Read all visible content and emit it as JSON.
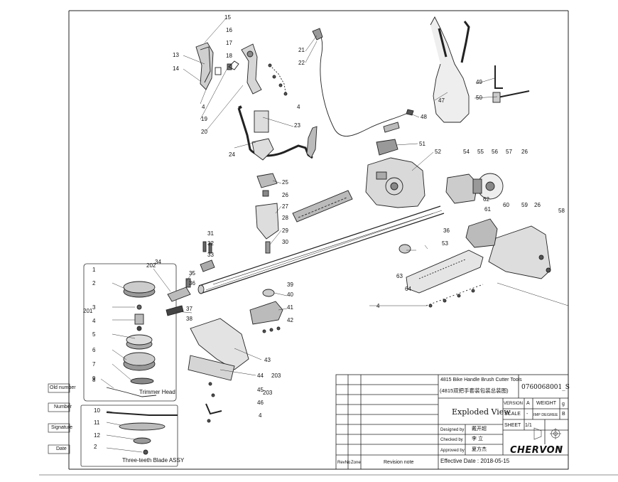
{
  "drawing": {
    "part_numbers": [
      "1",
      "2",
      "3",
      "4",
      "5",
      "6",
      "7",
      "8",
      "9",
      "10",
      "11",
      "12",
      "13",
      "14",
      "15",
      "16",
      "17",
      "18",
      "19",
      "20",
      "21",
      "22",
      "23",
      "24",
      "25",
      "26",
      "27",
      "28",
      "29",
      "30",
      "31",
      "32",
      "33",
      "34",
      "35",
      "36",
      "37",
      "38",
      "39",
      "40",
      "41",
      "42",
      "43",
      "44",
      "45",
      "46",
      "47",
      "48",
      "49",
      "50",
      "51",
      "52",
      "53",
      "54",
      "55",
      "56",
      "57",
      "58",
      "59",
      "60",
      "61",
      "62",
      "63",
      "64",
      "201",
      "202",
      "203"
    ],
    "callouts_extra": {
      "c4a": "4",
      "c4b": "4",
      "c4c": "4",
      "c4d": "4",
      "c26a": "26",
      "c26b": "26",
      "c26c": "26",
      "c36b": "36",
      "c2b": "2",
      "c203b": "203"
    },
    "trimmer_head_label": "Trimmer Head",
    "blade_assy_label": "Three-teeth Blade ASSY"
  },
  "side_fields": {
    "old_number": "Old number",
    "number": "Number",
    "signature": "Signature",
    "date": "Date"
  },
  "title_block": {
    "product_en": "4815 Bike Handle Brush Cutter Tools",
    "product_cn": "(4815双把手套装包装总装图)",
    "drawing_number": "0760068001_S",
    "view_title": "Exploded View",
    "version_label": "VERSION",
    "version_value": "A",
    "weight_label": "WEIGHT",
    "weight_unit": "g",
    "scale_label": "SCALE",
    "scale_value": "-",
    "imp_label": "IMP DEGREE",
    "imp_value": "B",
    "sheet_label": "SHEET",
    "sheet_value": "1/1",
    "designed_by_label": "Designed by",
    "designed_by": "戴开超",
    "checked_by_label": "Checked by",
    "checked_by": "李 立",
    "approved_by_label": "Approved by",
    "approved_by": "夏方杰",
    "effective_date": "Effective Date : 2018-05-15",
    "revision_col": "RevNo",
    "zone_col": "Zone",
    "revision_note_col": "Revision note",
    "company": "CHERVON"
  }
}
